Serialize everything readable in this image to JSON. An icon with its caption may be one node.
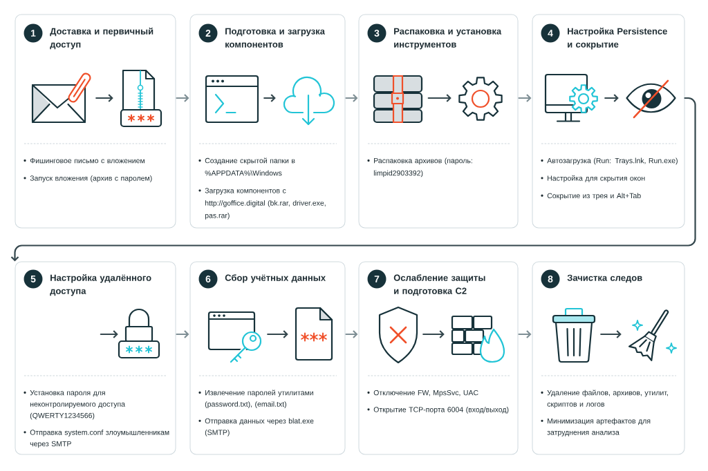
{
  "diagram": {
    "nodes": [
      {
        "text": [
          "Доставка и первичный доступ",
          "Фишинговое письмо с вложением",
          "Запуск вложения (архив с паролем)"
        ]
      },
      {
        "text": [
          "1"
        ],
        "in": 0
      },
      {
        "text": [],
        "shape": "picture",
        "in": 0
      },
      {
        "text": [],
        "shape": "picture",
        "in": 0
      },
      {
        "text": [
          "Подготовка и загрузка компонентов",
          "Создание скрытой папки в %APPDATA%\\Windows",
          "Загрузка компонентов с http://goffice.digital (bk.rar, driver.exe, pas.rar)"
        ]
      },
      {
        "text": [
          "2"
        ],
        "in": 4
      },
      {
        "text": [],
        "shape": "picture",
        "in": 4
      },
      {
        "text": [],
        "shape": "picture",
        "in": 4
      },
      {
        "text": [
          "Распаковка и установка инструментов",
          "Распаковка архивов (пароль: limpid2903392)"
        ]
      },
      {
        "text": [
          "3"
        ],
        "in": 8
      },
      {
        "text": [],
        "shape": "picture",
        "in": 8
      },
      {
        "text": [],
        "shape": "picture",
        "in": 8
      },
      {
        "text": [
          "Настройка Persistence и сокрытие",
          "Автозагрузка (Run: Trays.lnk, Run.exe)",
          "Настройка для скрытия окон",
          "Сокрытие из трея и Alt+Tab"
        ]
      },
      {
        "text": [
          "4"
        ],
        "in": 12
      },
      {
        "text": [],
        "shape": "picture",
        "in": 12
      },
      {
        "text": [],
        "shape": "picture",
        "in": 12
      },
      {
        "text": [
          "Настройка удалённого доступа",
          "Установка пароля для неконтролируемого доступа (QWERTY1234566)",
          "Отправка system.conf злоумышленникам через SMTP"
        ]
      },
      {
        "text": [
          "5"
        ],
        "in": 16
      },
      {
        "text": [],
        "shape": "picture",
        "in": 16
      },
      {
        "text": [
          "Сбор учётных данных",
          "Извлечение паролей утилитами (password.txt), (email.txt)",
          "Отправка данных через blat.exe (SMTP)"
        ]
      },
      {
        "text": [
          "6"
        ],
        "in": 19
      },
      {
        "text": [],
        "shape": "picture",
        "in": 19
      },
      {
        "text": [],
        "shape": "picture",
        "in": 19
      },
      {
        "text": [
          "Ослабление защиты и подготовка C2",
          "Отключение FW, MpsSvc, UAC",
          "Открытие TCP-порта 6004 (вход/выход)"
        ]
      },
      {
        "text": [
          "7"
        ],
        "in": 23
      },
      {
        "text": [],
        "shape": "picture",
        "in": 23
      },
      {
        "text": [],
        "shape": "picture",
        "in": 23
      },
      {
        "text": [
          "Зачистка следов",
          "Удаление файлов, архивов, утилит, скриптов и логов",
          "Минимизация артефактов для затруднения анализа"
        ]
      },
      {
        "text": [
          "8"
        ],
        "in": 27
      },
      {
        "text": [],
        "shape": "picture",
        "in": 27
      },
      {
        "text": [],
        "shape": "picture",
        "in": 27
      }
    ],
    "edges": [
      {
        "from": 2,
        "to": 3,
        "arrow": "to"
      },
      {
        "from": 0,
        "to": 4,
        "arrow": "to",
        "color": "#7f8f95"
      },
      {
        "from": 6,
        "to": 7,
        "arrow": "to"
      },
      {
        "from": 4,
        "to": 8,
        "arrow": "to",
        "color": "#7f8f95"
      },
      {
        "from": 10,
        "to": 11,
        "arrow": "to"
      },
      {
        "from": 8,
        "to": 12,
        "arrow": "to",
        "color": "#7f8f95"
      },
      {
        "from": 14,
        "to": 15,
        "arrow": "to"
      },
      {
        "from": 12,
        "to": 16,
        "arrow": "to"
      },
      {
        "from": null,
        "to": 18,
        "arrow": "to"
      },
      {
        "from": 16,
        "to": 19,
        "arrow": "to",
        "color": "#7f8f95"
      },
      {
        "from": 21,
        "to": 22,
        "arrow": "to"
      },
      {
        "from": 19,
        "to": 23,
        "arrow": "to",
        "color": "#7f8f95"
      },
      {
        "from": 25,
        "to": 26,
        "arrow": "to"
      },
      {
        "from": 23,
        "to": 27,
        "arrow": "to",
        "color": "#7f8f95"
      },
      {
        "from": 29,
        "to": 30,
        "arrow": "to"
      }
    ]
  }
}
